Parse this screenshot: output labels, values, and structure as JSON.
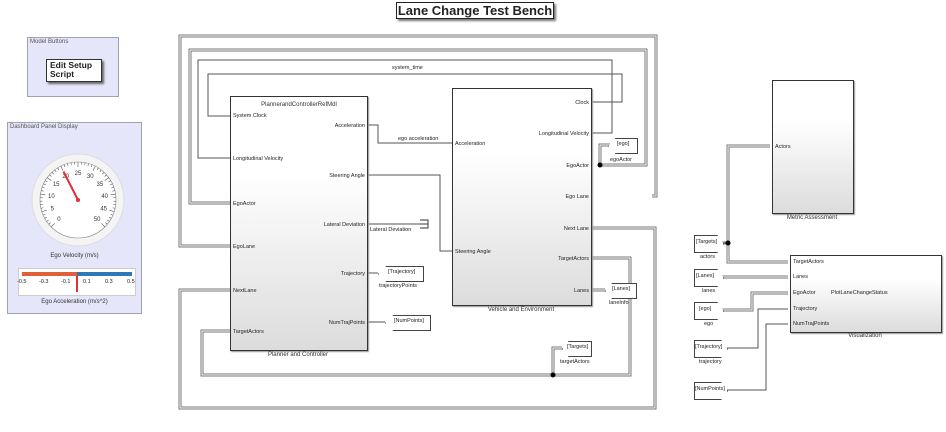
{
  "title": "Lane Change Test Bench",
  "model_buttons": {
    "label": "Model Buttons",
    "button": "Edit Setup Script"
  },
  "dashboard": {
    "label": "Dashboard Panel Display",
    "gauge": {
      "label": "Ego Velocity (m/s)",
      "ticks": [
        "0",
        "5",
        "10",
        "15",
        "20",
        "25",
        "30",
        "35",
        "40",
        "45",
        "50"
      ],
      "value": 20
    },
    "linear_gauge": {
      "label": "Ego Acceleration (m/s^2)",
      "ticks": [
        "-0.5",
        "-0.3",
        "-0.1",
        "0.1",
        "0.3",
        "0.5"
      ],
      "value": 0
    },
    "colors": {
      "negative": "#e0603a",
      "positive": "#2f78b8",
      "needle": "#e0303a"
    }
  },
  "planner": {
    "model_name": "PlannerandControllerRefMdl",
    "label": "Planner and Controller",
    "inputs": [
      "System Clock",
      "Longitudinal Velocity",
      "EgoActor",
      "EgoLane",
      "NextLane",
      "TargetActors"
    ],
    "outputs": [
      "Acceleration",
      "Steering Angle",
      "Lateral Deviation",
      "Trajectory",
      "NumTrajPoints"
    ]
  },
  "vehicle": {
    "label": "Vehicle and Environment",
    "inputs": [
      "Acceleration",
      "Steering Angle"
    ],
    "outputs": [
      "Clock",
      "Longitudinal Velocity",
      "EgoActor",
      "Ego Lane",
      "Next Lane",
      "TargetActors",
      "Lanes"
    ]
  },
  "metric": {
    "label": "Metric Assessment",
    "inputs": [
      "Actors"
    ]
  },
  "visualization": {
    "label": "Visualization",
    "inner": "PlotLaneChangeStatus",
    "inputs": [
      "TargetActors",
      "Lanes",
      "EgoActor",
      "Trajectory",
      "NumTrajPoints"
    ]
  },
  "signals": {
    "system_time": "system_time",
    "ego_acceleration": "ego acceleration",
    "lateral_deviation": "Lateral Deviation"
  },
  "goto_tags": [
    {
      "tag": "[Trajectory]",
      "name": "trajectoryPoints"
    },
    {
      "tag": "[NumPoints]",
      "name": ""
    },
    {
      "tag": "[ego]",
      "name": "egoActor"
    },
    {
      "tag": "[Lanes]",
      "name": "laneInfo"
    },
    {
      "tag": "[Targets]",
      "name": "targetActors"
    }
  ],
  "from_tags": [
    {
      "tag": "[Targets]",
      "name": "actors"
    },
    {
      "tag": "[Lanes]",
      "name": "lanes"
    },
    {
      "tag": "[ego]",
      "name": "ego"
    },
    {
      "tag": "[Trajectory]",
      "name": "trajectory"
    },
    {
      "tag": "[NumPoints]",
      "name": ""
    }
  ]
}
